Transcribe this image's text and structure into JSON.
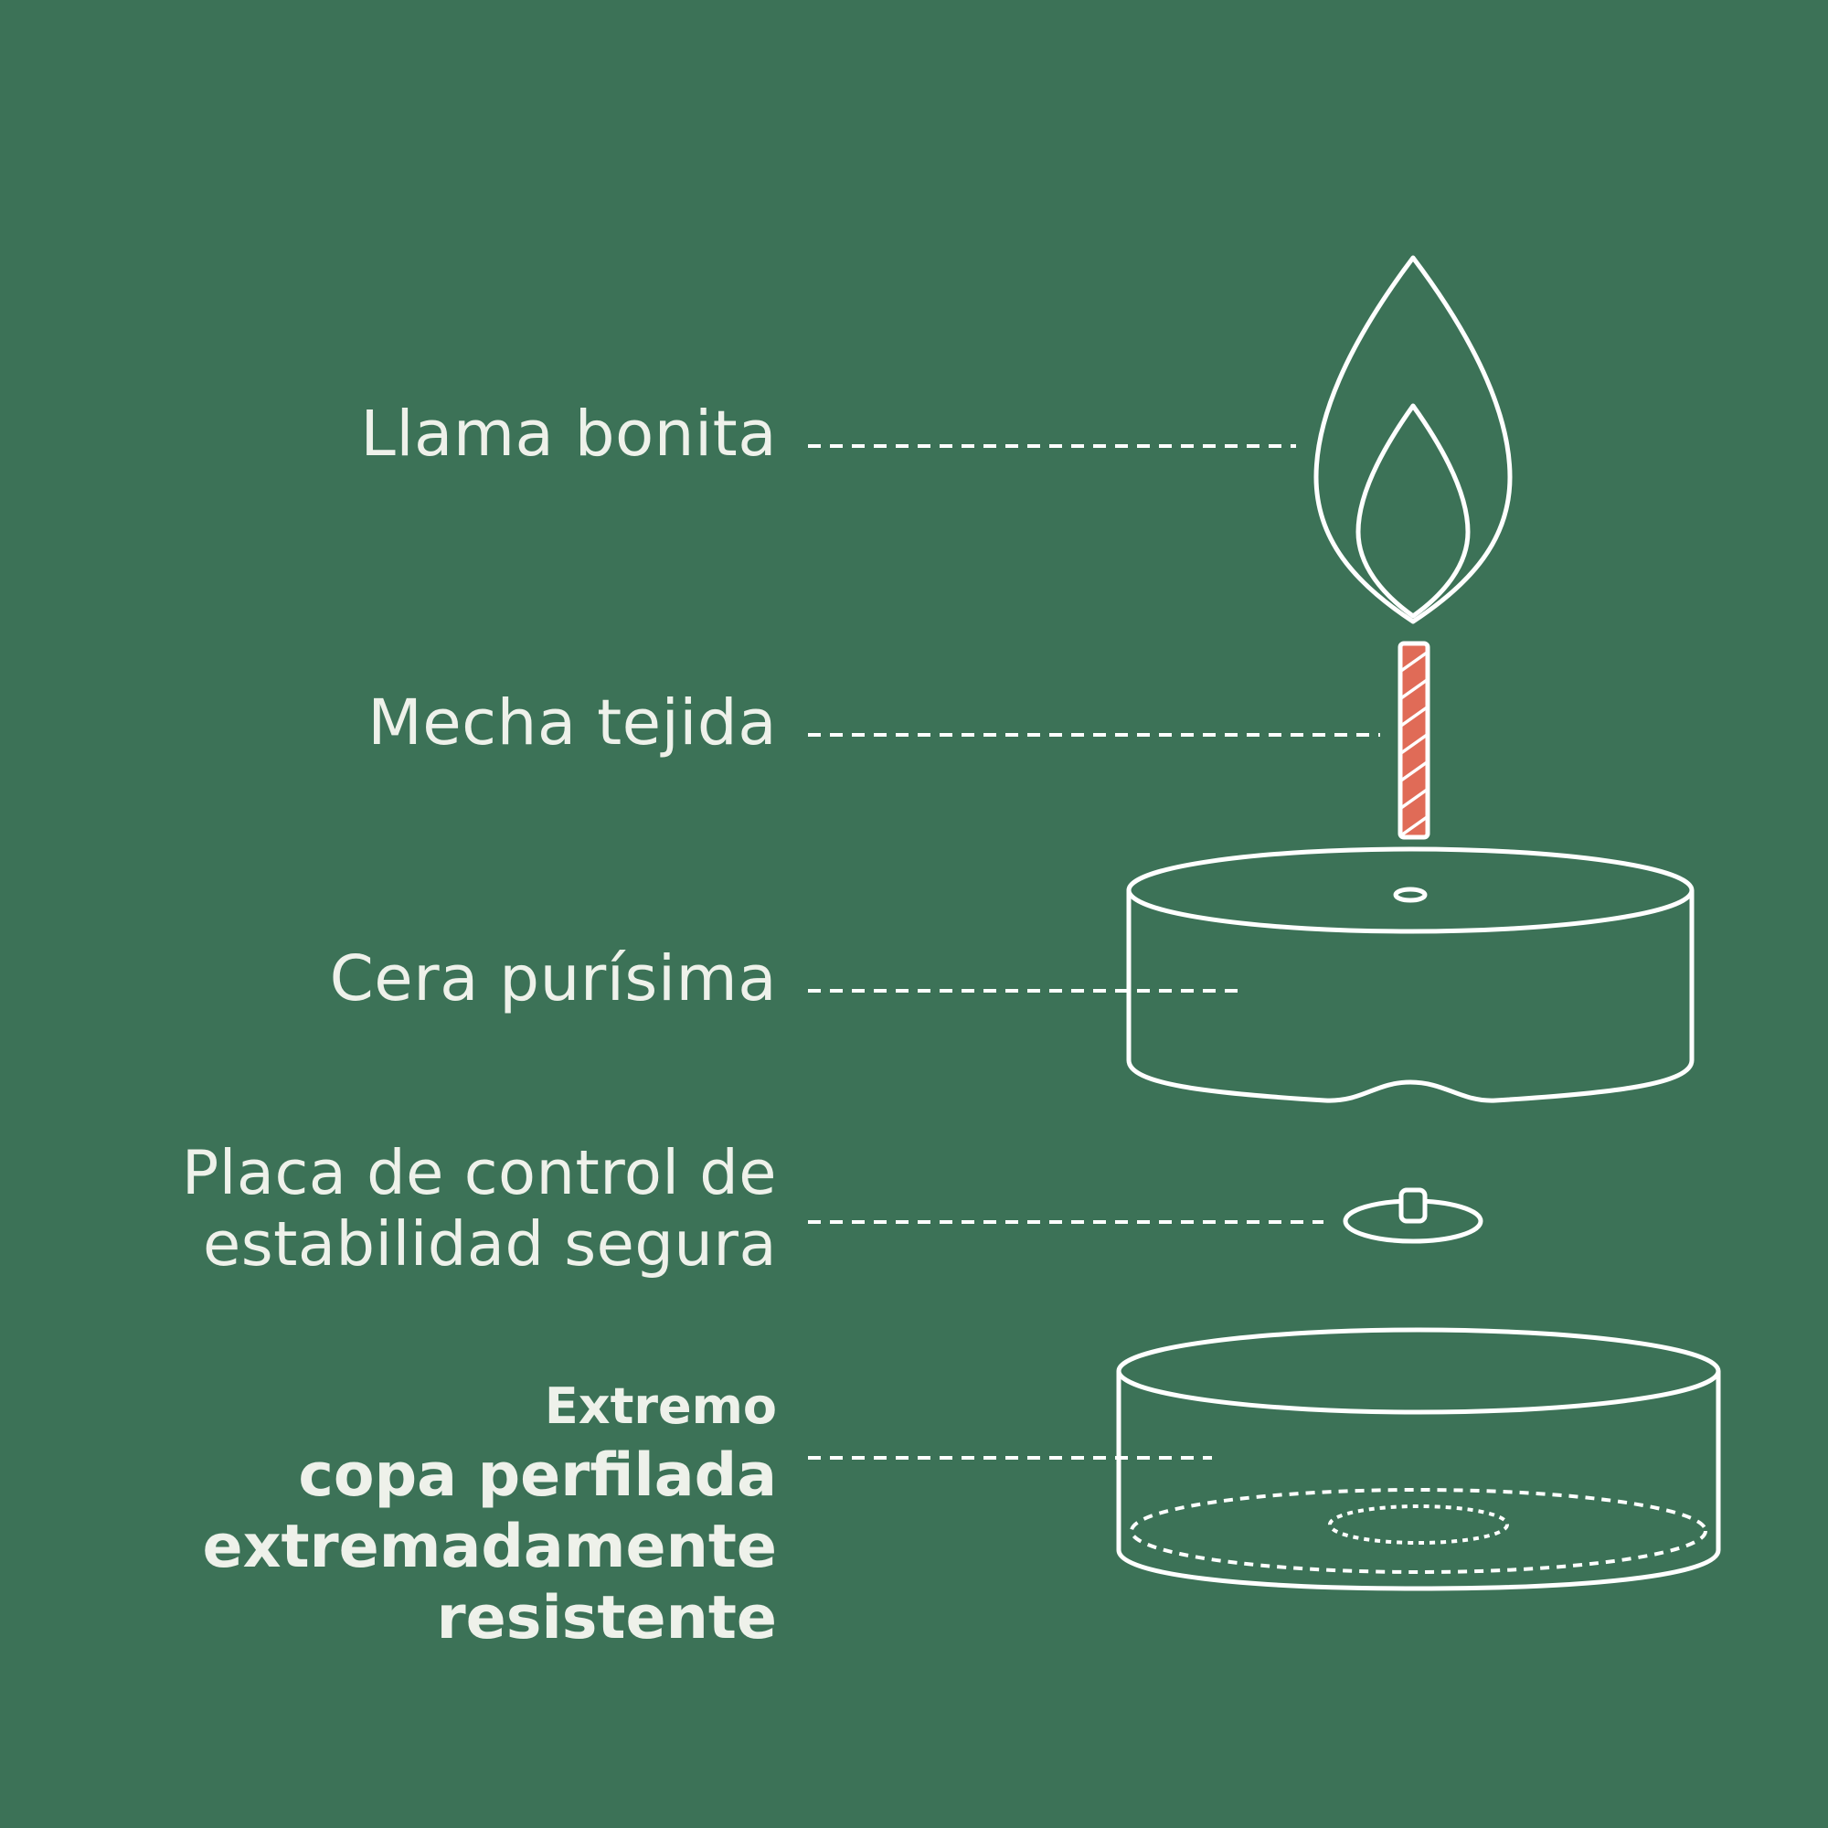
{
  "labels": {
    "flame": "Llama bonita",
    "wick": "Mecha tejida",
    "wax": "Cera purísima",
    "plate": [
      "Placa de control de",
      "estabilidad segura"
    ],
    "cup_small": "Extremo",
    "cup": [
      "copa perfilada",
      "extremadamente",
      "resistente"
    ]
  },
  "colors": {
    "background": "#3c7257",
    "line": "#ffffff",
    "text": "#eef1ea",
    "wick": "#e06b57"
  }
}
